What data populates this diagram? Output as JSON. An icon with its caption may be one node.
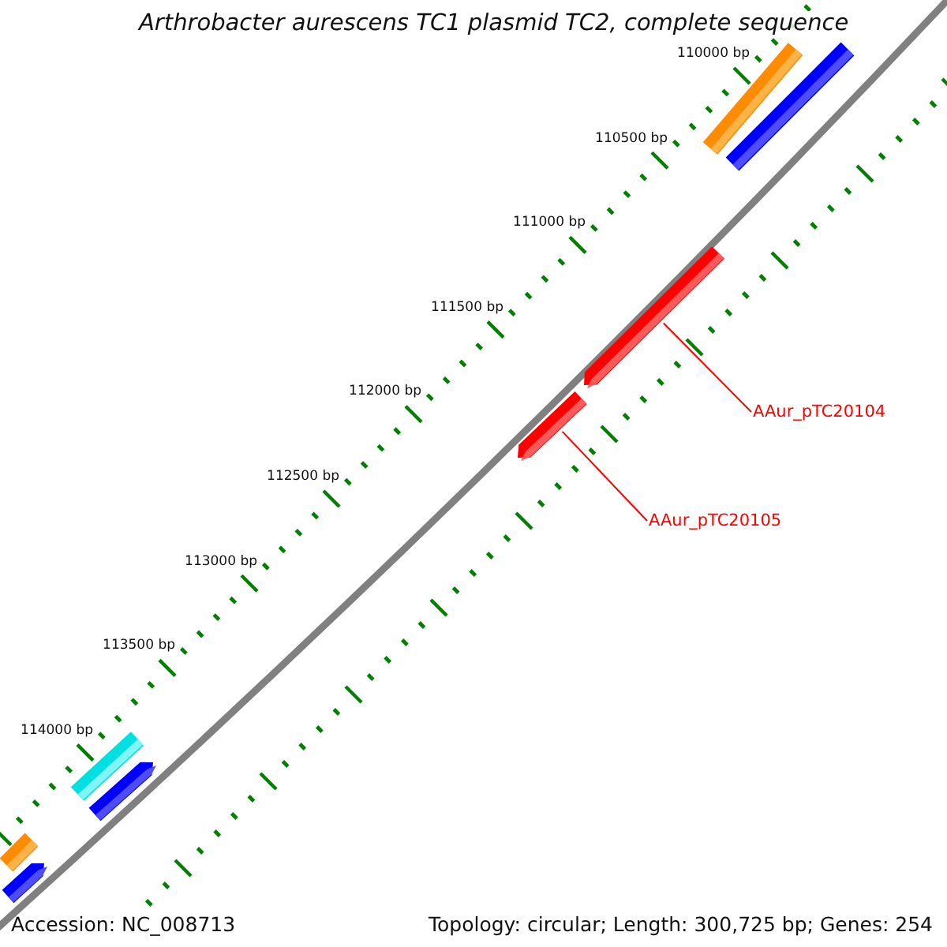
{
  "diagram": {
    "title": "Arthrobacter aurescens TC1 plasmid TC2, complete sequence",
    "nodes": [
      {
        "text": [],
        "shape": "bar"
      },
      {
        "text": [],
        "shape": "bar"
      },
      {
        "text": [],
        "shape": "bar"
      },
      {
        "text": [
          "AAur_pTC20104"
        ]
      },
      {
        "text": [],
        "shape": "bar"
      },
      {
        "text": [
          "AAur_pTC20105"
        ]
      },
      {
        "text": [],
        "shape": "bar"
      },
      {
        "text": [],
        "shape": "bar"
      },
      {
        "text": [],
        "shape": "bar"
      },
      {
        "text": [],
        "shape": "bar"
      }
    ],
    "edges": [
      {
        "from": 3,
        "to": 2,
        "arrow": "none",
        "color": "#ff0000"
      },
      {
        "from": 5,
        "to": 4,
        "arrow": "none",
        "color": "#ff0000"
      }
    ],
    "labels": [
      "110000 bp",
      "110500 bp",
      "111000 bp",
      "111500 bp",
      "112000 bp",
      "112500 bp",
      "113000 bp",
      "113500 bp",
      "114000 bp",
      "Accession: NC_008713",
      "Topology: circular; Length: 300,725 bp; Genes: 254"
    ]
  }
}
